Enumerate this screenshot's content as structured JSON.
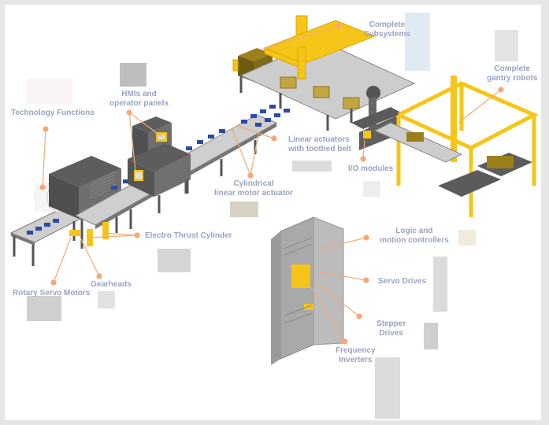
{
  "diagram": {
    "title": "Automation product overview",
    "colors": {
      "accent_yellow": "#f5c518",
      "machine_gray": "#6b6b6b",
      "leader_line": "#f4a878",
      "label_text": "#9aa3c0",
      "product_blue": "#2c4aa8"
    },
    "labels": {
      "technology_functions": "Technology Functions",
      "hmis": "HMIs and\noperator panels",
      "complete_subsystems": "Complete\nSubsystems",
      "complete_gantry_robots": "Complete\ngantry robots",
      "linear_actuators": "Linear actuators\nwith toothed belt",
      "cylindrical_linear_motor": "Cylindrical\nlinear motor actuator",
      "io_modules": "I/O modules",
      "electro_thrust_cylinder": "Electro Thrust Cylinder",
      "gearheads": "Gearheads",
      "rotary_servo_motors": "Rotary Servo Motors",
      "logic_motion_controllers": "Logic and\nmotion controllers",
      "servo_drives": "Servo Drives",
      "stepper_drives": "Stepper\nDrives",
      "frequency_inverters": "Frequency\nInverters"
    }
  }
}
